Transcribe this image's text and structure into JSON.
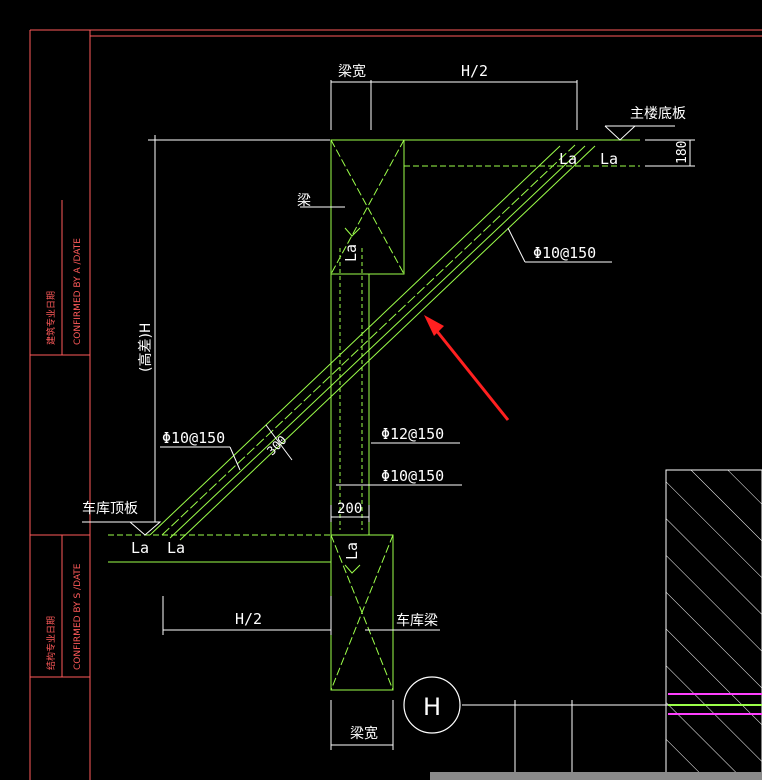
{
  "colors": {
    "background": "#000000",
    "frame": "#ff5a5a",
    "geometry": "#9cff4a",
    "dimension": "#ffffff",
    "arrow": "#ff2020",
    "hatch": "#ffffff",
    "magenta": "#ff40ff"
  },
  "frame_stamps": {
    "upper_cn": "建筑专业日期",
    "upper_en": "CONFIRMED BY A /DATE",
    "lower_cn": "结构专业日期",
    "lower_en": "CONFIRMED BY S /DATE"
  },
  "labels": {
    "beam_width_top": "梁宽",
    "half_h_top": "H/2",
    "main_slab": "主楼底板",
    "slab_thickness": "180",
    "la_top_left": "La",
    "la_top_right": "La",
    "beam": "梁",
    "la_column_top": "La",
    "rebar_upper": "Φ10@150",
    "height_diff": "(高差)H",
    "rebar_wall_v": "Φ12@150",
    "rebar_wall_h": "Φ10@150",
    "rebar_lower": "Φ10@150",
    "thickness_300": "300",
    "garage_roof": "车库顶板",
    "la_bottom_left": "La",
    "la_bottom_right": "La",
    "wall_200": "200",
    "la_column_bottom": "La",
    "half_h_bottom": "H/2",
    "garage_beam": "车库梁",
    "beam_width_bottom": "梁宽",
    "axis_h": "H"
  }
}
